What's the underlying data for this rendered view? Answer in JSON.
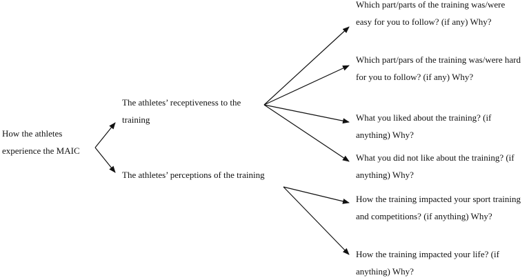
{
  "diagram": {
    "root": {
      "lines": [
        "How the athletes",
        "experience the MAIC"
      ]
    },
    "branches": [
      {
        "lines": [
          "The athletes’ receptiveness to the",
          "training"
        ]
      },
      {
        "lines": [
          "The athletes’ perceptions of the training"
        ]
      }
    ],
    "leaves": [
      {
        "lines": [
          "Which part/parts of the training was/were",
          "easy for you to follow? (if any) Why?"
        ]
      },
      {
        "lines": [
          "Which part/pars of the training was/were hard",
          "for you to follow? (if any) Why?"
        ]
      },
      {
        "lines": [
          "What you liked about the training? (if",
          "anything) Why?"
        ]
      },
      {
        "lines": [
          "What you did not like about the training? (if",
          "anything) Why?"
        ]
      },
      {
        "lines": [
          "How the training impacted your sport training",
          "and competitions? (if anything) Why?"
        ]
      },
      {
        "lines": [
          "How the training impacted your life? (if",
          "anything) Why?"
        ]
      }
    ]
  }
}
